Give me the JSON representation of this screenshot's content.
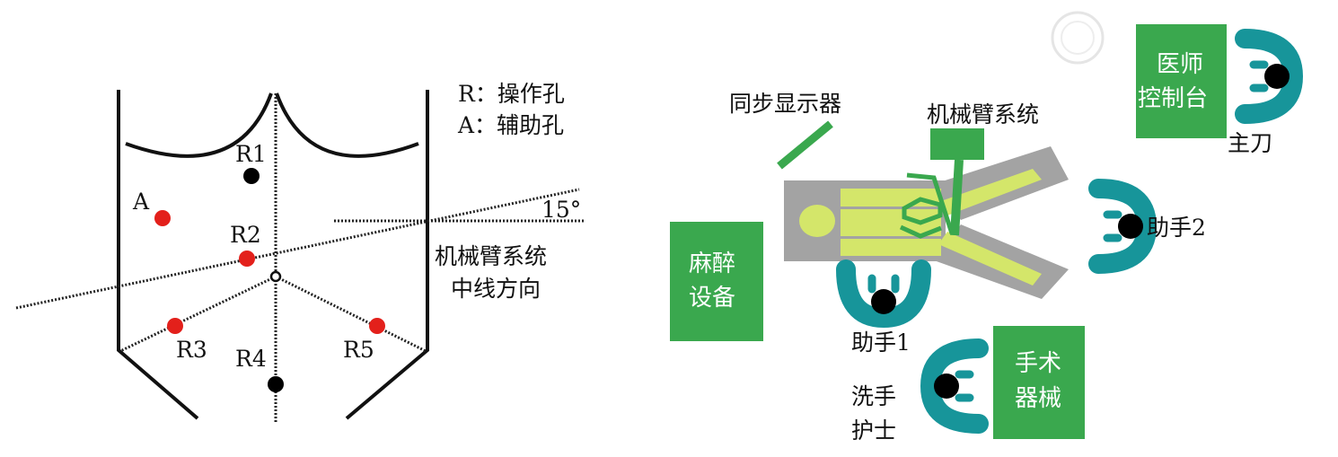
{
  "left_diagram": {
    "legend": [
      "R：操作孔",
      "A：辅助孔"
    ],
    "ports": {
      "R1": "R1",
      "R2": "R2",
      "R3": "R3",
      "R4": "R4",
      "R5": "R5",
      "A": "A"
    },
    "angle_label": "15°",
    "axis_label_line1": "机械臂系统",
    "axis_label_line2": "中线方向"
  },
  "right_diagram": {
    "display_label": "同步显示器",
    "robot_arm_label": "机械臂系统",
    "anesthesia_line1": "麻醉",
    "anesthesia_line2": "设备",
    "console_line1": "医师",
    "console_line2": "控制台",
    "instruments_line1": "手术",
    "instruments_line2": "器械",
    "surgeon_label": "主刀",
    "assistant1_label": "助手1",
    "assistant2_label": "助手2",
    "nurse_line1": "洗手",
    "nurse_line2": "护士"
  },
  "colors": {
    "green": "#3aa84e",
    "teal": "#17959a",
    "yellow": "#d4e66a",
    "gray": "#a3a3a3",
    "red": "#e3201b"
  }
}
